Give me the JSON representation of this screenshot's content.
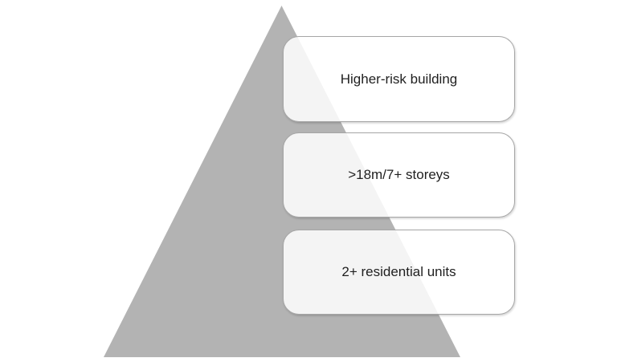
{
  "diagram": {
    "type": "pyramid",
    "levels": [
      {
        "label": "Higher-risk building"
      },
      {
        "label": ">18m/7+ storeys"
      },
      {
        "label": "2+ residential units"
      }
    ],
    "colors": {
      "background": "#ffffff",
      "triangle": "#b3b3b3",
      "box_fill": "#ffffffd9",
      "box_border": "#a6a6a6",
      "text": "#1f1f1f"
    }
  }
}
